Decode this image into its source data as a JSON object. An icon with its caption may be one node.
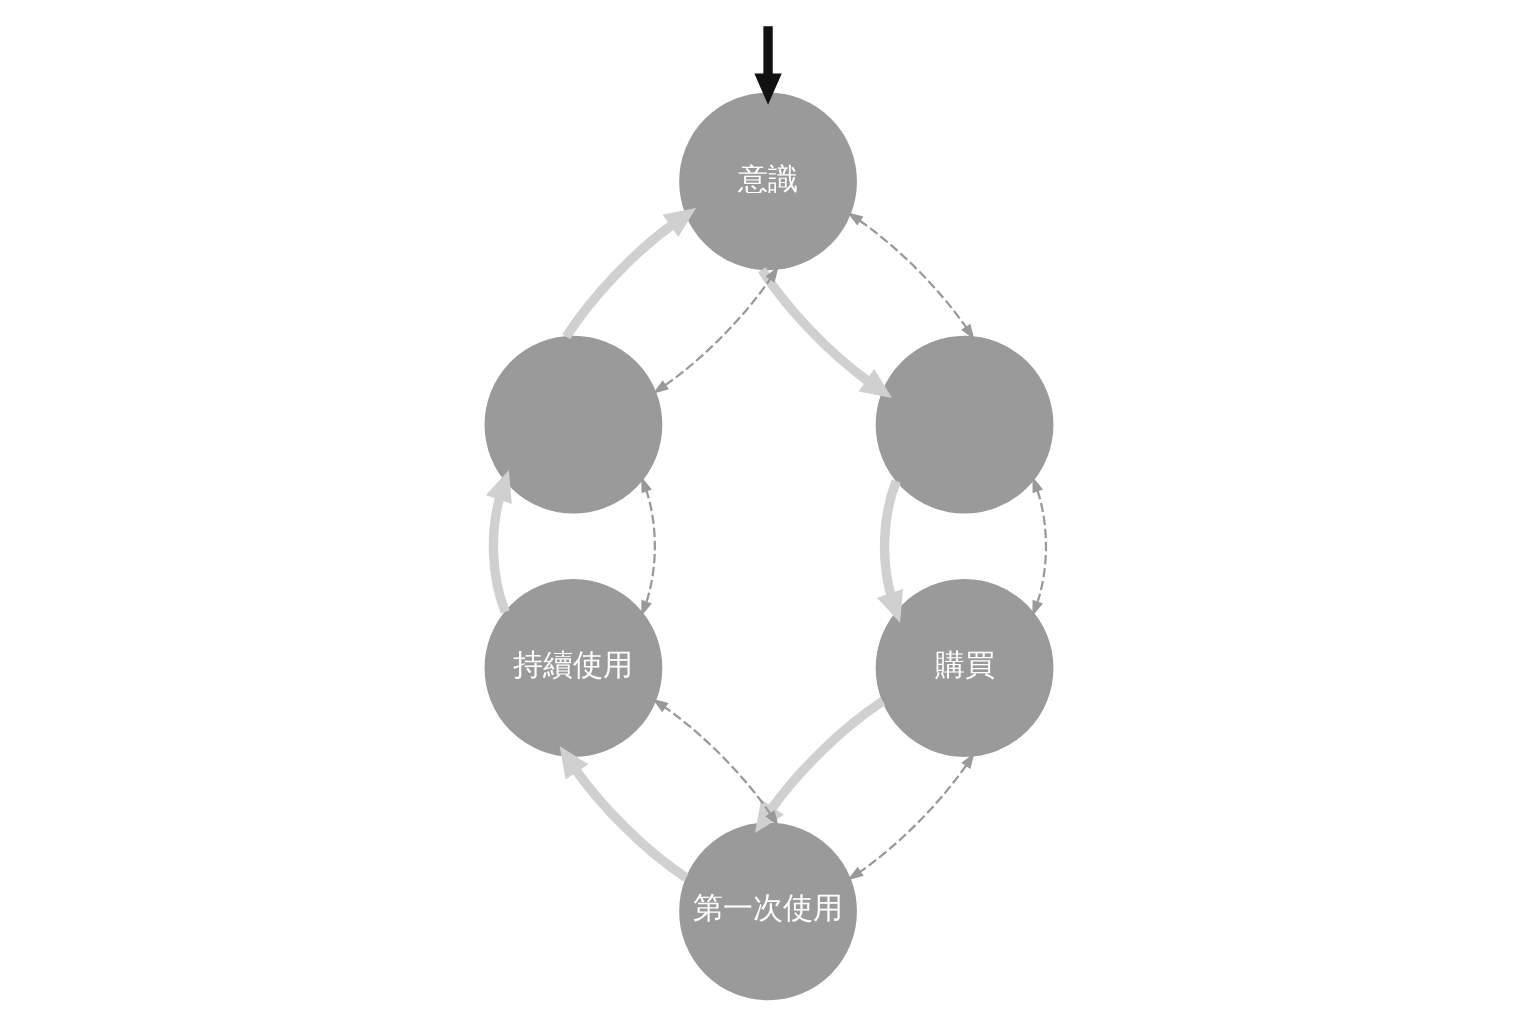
{
  "diagram": {
    "nodes": [
      {
        "text": [
          "意識"
        ]
      },
      {
        "text": [],
        "shape": "circle"
      },
      {
        "text": [],
        "shape": "circle"
      },
      {
        "text": [
          "持續使用"
        ]
      },
      {
        "text": [
          "購買"
        ]
      },
      {
        "text": [
          "第一次使用"
        ]
      }
    ],
    "edges": [
      {
        "from": null,
        "to": 0,
        "arrow": "to",
        "color": "#111111"
      },
      {
        "from": 0,
        "to": 2,
        "arrow": "to",
        "color": "#d0d0d0"
      },
      {
        "from": 2,
        "to": 4,
        "arrow": "to",
        "color": "#d0d0d0"
      },
      {
        "from": 4,
        "to": 5,
        "arrow": "to",
        "color": "#d0d0d0"
      },
      {
        "from": 5,
        "to": 3,
        "arrow": "to",
        "color": "#d0d0d0"
      },
      {
        "from": 3,
        "to": 1,
        "arrow": "to",
        "color": "#d0d0d0"
      },
      {
        "from": 1,
        "to": 0,
        "arrow": "to",
        "color": "#d0d0d0"
      },
      {
        "from": 0,
        "to": 2,
        "arrow": "both",
        "style": "dashed",
        "color": "#999999"
      },
      {
        "from": 2,
        "to": 4,
        "arrow": "both",
        "style": "dashed",
        "color": "#999999"
      },
      {
        "from": 4,
        "to": 5,
        "arrow": "both",
        "style": "dashed",
        "color": "#999999"
      },
      {
        "from": 5,
        "to": 3,
        "arrow": "both",
        "style": "dashed",
        "color": "#999999"
      },
      {
        "from": 3,
        "to": 1,
        "arrow": "both",
        "style": "dashed",
        "color": "#999999"
      },
      {
        "from": 1,
        "to": 0,
        "arrow": "both",
        "style": "dashed",
        "color": "#999999"
      }
    ]
  }
}
